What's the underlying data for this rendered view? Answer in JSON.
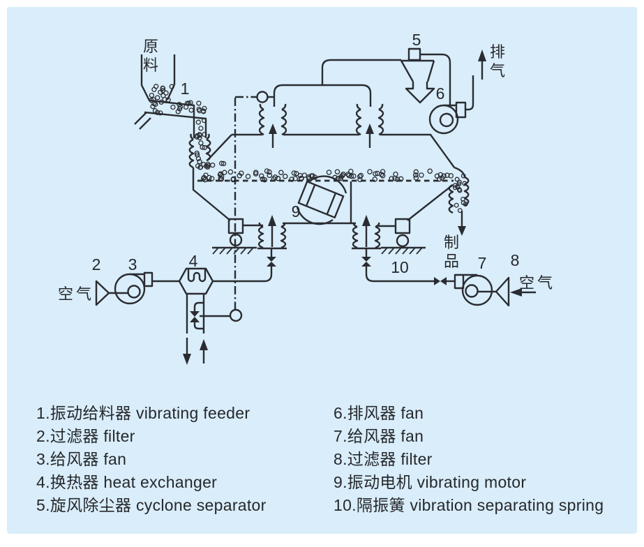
{
  "panel": {
    "background": "#d9edfa",
    "page_background": "#ffffff",
    "line_color": "#2a2c31",
    "text_color": "#26282c"
  },
  "diagram": {
    "labels": {
      "raw_material": "原料",
      "exhaust": "排气",
      "product": "制品",
      "air_left": "空气",
      "air_right": "空气"
    },
    "numbers": [
      "1",
      "2",
      "3",
      "4",
      "5",
      "6",
      "7",
      "8",
      "9",
      "10"
    ]
  },
  "legend": {
    "left": [
      "1.振动给料器  vibrating feeder",
      "2.过滤器  filter",
      "3.给风器  fan",
      "4.换热器  heat exchanger",
      "5.旋风除尘器  cyclone separator"
    ],
    "right": [
      "6.排风器  fan",
      "7.给风器  fan",
      "8.过滤器  filter",
      "9.振动电机  vibrating motor",
      "10.隔振簧  vibration separating spring"
    ]
  }
}
